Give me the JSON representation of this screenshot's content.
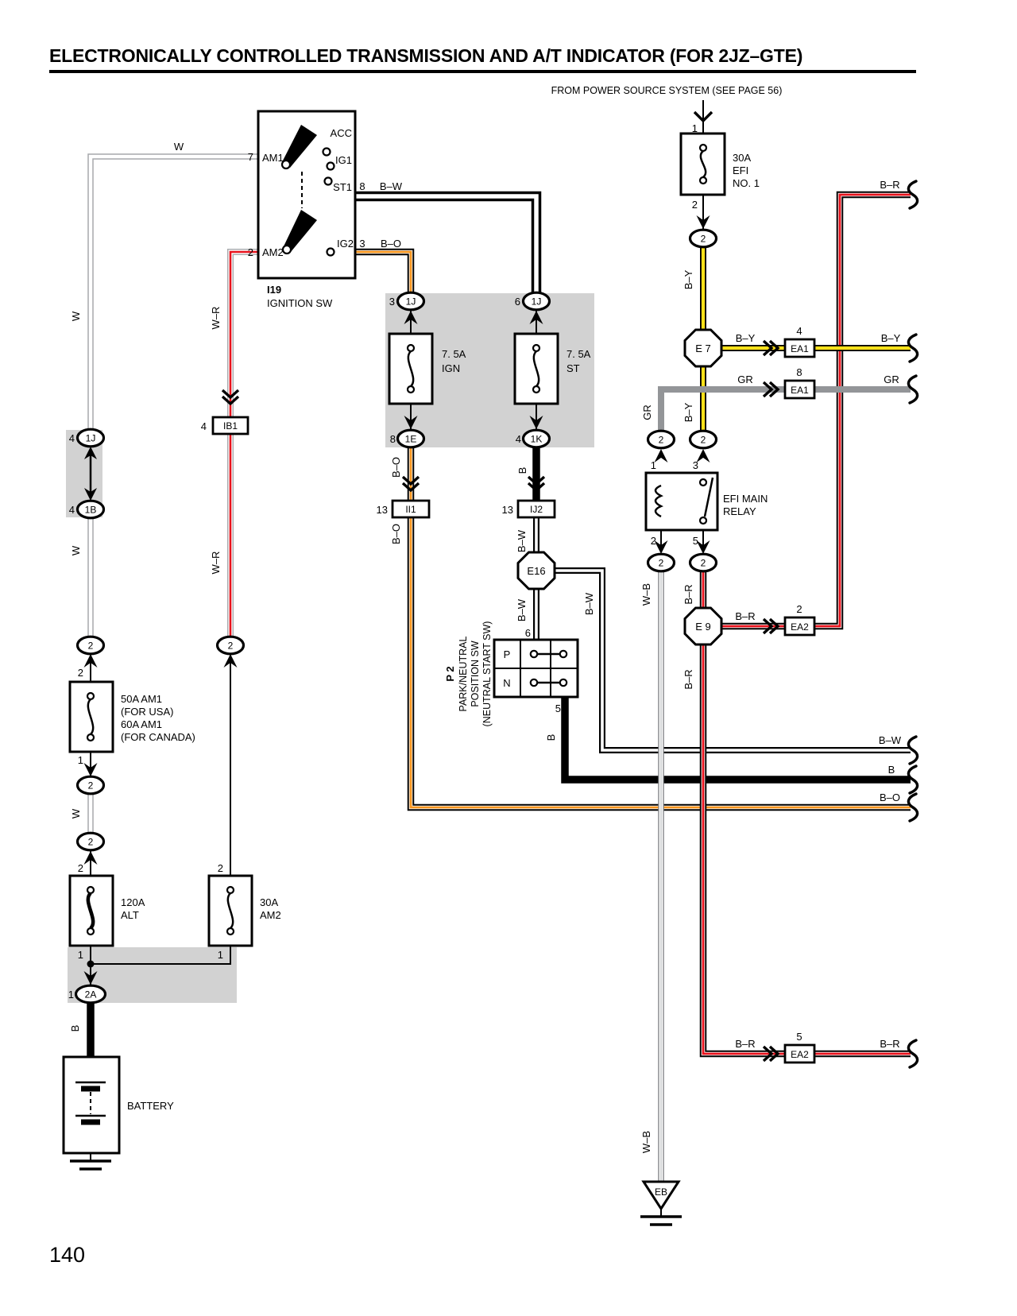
{
  "page": {
    "title": "ELECTRONICALLY CONTROLLED TRANSMISSION AND A/T INDICATOR (FOR 2JZ–GTE)",
    "source_note": "FROM POWER SOURCE SYSTEM (SEE PAGE 56)",
    "page_number": "140"
  },
  "wires": {
    "w": "W",
    "wr": "W–R",
    "bw": "B–W",
    "bo": "B–O",
    "by": "B–Y",
    "gr": "GR",
    "b": "B",
    "wb": "W–B",
    "br": "B–R"
  },
  "pins": {
    "n1": "1",
    "n2": "2",
    "n3": "3",
    "n4": "4",
    "n5": "5",
    "n6": "6",
    "n7": "7",
    "n8": "8",
    "n13": "13"
  },
  "ignition_switch": {
    "ref": "I19",
    "name": "IGNITION SW",
    "acc": "ACC",
    "ig1": "IG1",
    "st1": "ST1",
    "ig2": "IG2",
    "am1": "AM1",
    "am2": "AM2"
  },
  "fuses": {
    "efi": [
      "30A",
      "EFI",
      "NO. 1"
    ],
    "ign": [
      "7. 5A",
      "IGN"
    ],
    "st": [
      "7. 5A",
      "ST"
    ],
    "am1": [
      "50A AM1",
      "(FOR USA)",
      "60A AM1",
      "(FOR CANADA)"
    ],
    "alt": [
      "120A",
      "ALT"
    ],
    "am2": [
      "30A",
      "AM2"
    ]
  },
  "relay": [
    "EFI MAIN",
    "RELAY"
  ],
  "battery": "BATTERY",
  "pnp": {
    "ref": "P 2",
    "name1": "PARK/NEUTRAL",
    "name2": "POSITION SW",
    "name3": "(NEUTRAL START SW)",
    "p": "P",
    "n": "N"
  },
  "connectors": {
    "j1": "1J",
    "b1": "1B",
    "e1": "1E",
    "k1": "1K",
    "c2": "2",
    "c2a": "2A",
    "ib1": "IB1",
    "ii1": "II1",
    "ij2": "IJ2",
    "ea1": "EA1",
    "ea2": "EA2"
  },
  "nodes": {
    "e7": "E 7",
    "e9": "E 9",
    "e16": "E16",
    "eb": "EB"
  },
  "colors": {
    "wire_red": "#e8131d",
    "wire_orange": "#f7941d",
    "wire_yellow": "#ffe11a",
    "wire_gray": "#939598",
    "shade_gray": "#d2d2d2"
  }
}
